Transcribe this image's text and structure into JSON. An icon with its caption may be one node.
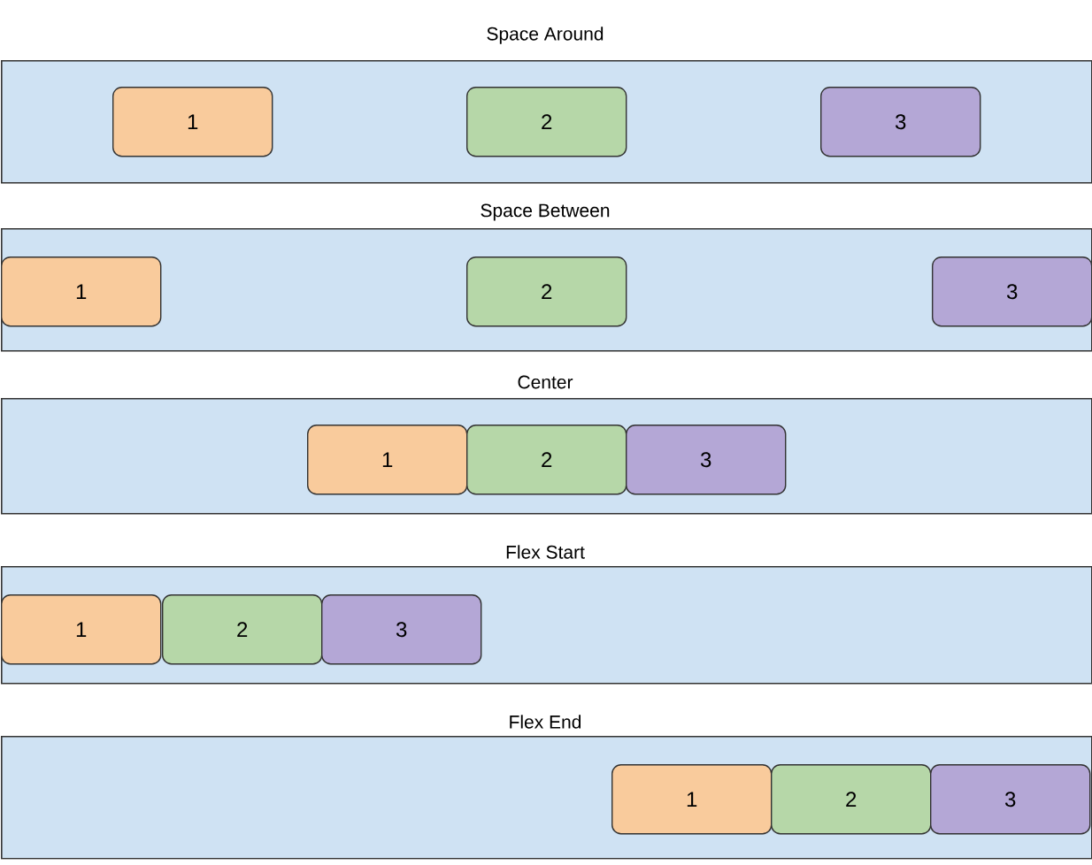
{
  "diagram": {
    "nodes": [
      {
        "text": [
          "Space Around"
        ]
      },
      {
        "text": [
          "1"
        ],
        "in": 0
      },
      {
        "text": [
          "2"
        ],
        "in": 0
      },
      {
        "text": [
          "3"
        ],
        "in": 0
      },
      {
        "text": [
          "Space Between"
        ]
      },
      {
        "text": [
          "1"
        ],
        "in": 4
      },
      {
        "text": [
          "2"
        ],
        "in": 4
      },
      {
        "text": [
          "3"
        ],
        "in": 4
      },
      {
        "text": [
          "Center"
        ]
      },
      {
        "text": [
          "1"
        ],
        "in": 8
      },
      {
        "text": [
          "2"
        ],
        "in": 8
      },
      {
        "text": [
          "3"
        ],
        "in": 8
      },
      {
        "text": [
          "Flex Start"
        ]
      },
      {
        "text": [
          "1"
        ],
        "in": 12
      },
      {
        "text": [
          "2"
        ],
        "in": 12
      },
      {
        "text": [
          "3"
        ],
        "in": 12
      },
      {
        "text": [
          "Flex End"
        ]
      },
      {
        "text": [
          "1"
        ],
        "in": 16
      },
      {
        "text": [
          "2"
        ],
        "in": 16
      },
      {
        "text": [
          "3"
        ],
        "in": 16
      }
    ]
  }
}
